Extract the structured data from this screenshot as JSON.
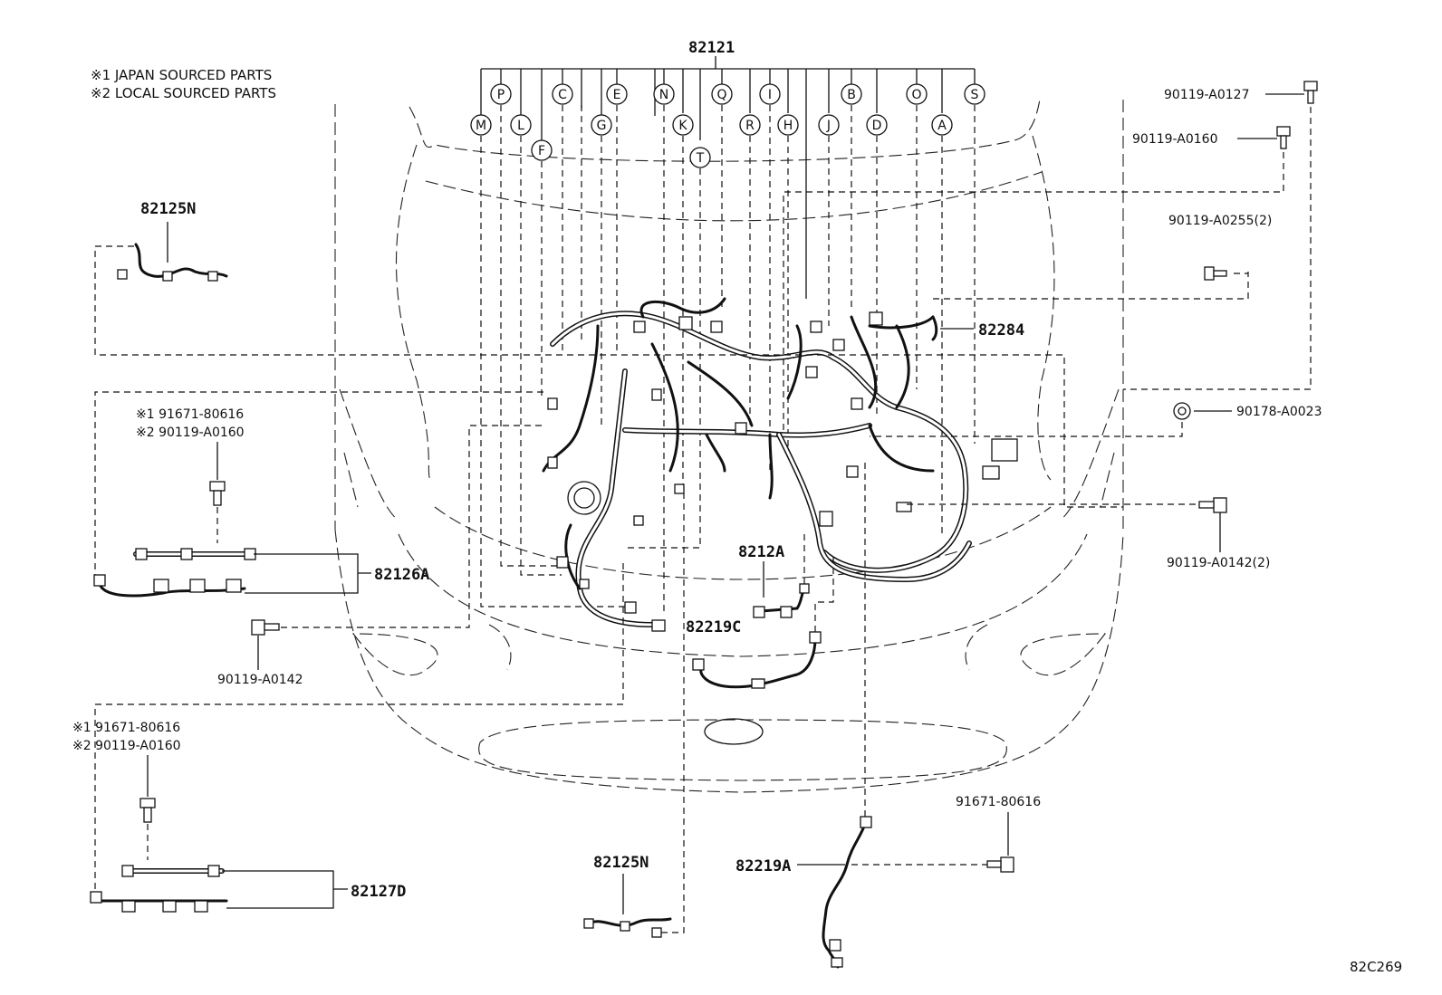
{
  "notes": [
    "※1 JAPAN SOURCED PARTS",
    "※2 LOCAL SOURCED PARTS"
  ],
  "parts": {
    "p82121": "82121",
    "p82125N_top": "82125N",
    "p82125N_bottom": "82125N",
    "p82126A": "82126A",
    "p82127D": "82127D",
    "p8212A": "8212A",
    "p82219C": "82219C",
    "p82219A": "82219A",
    "p82284": "82284",
    "b90119A0127": "90119-A0127",
    "b90119A0160": "90119-A0160",
    "b90119A0255": "90119-A0255(2)",
    "b90178A0023": "90178-A0023",
    "b90119A0142_2": "90119-A0142(2)",
    "b90119A0142": "90119-A0142",
    "b91671_80616": "91671-80616",
    "opt1_line1": "※1 91671-80616",
    "opt1_line2": "※2 90119-A0160",
    "opt2_line1": "※1 91671-80616",
    "opt2_line2": "※2 90119-A0160"
  },
  "connectors_top": [
    "P",
    "C",
    "E",
    "N",
    "Q",
    "I",
    "B",
    "O",
    "S"
  ],
  "connectors_mid": [
    "M",
    "L",
    "G",
    "K",
    "R",
    "H",
    "J",
    "D",
    "A"
  ],
  "connectors_low": [
    "F",
    "T"
  ],
  "diagram_code": "82C269"
}
